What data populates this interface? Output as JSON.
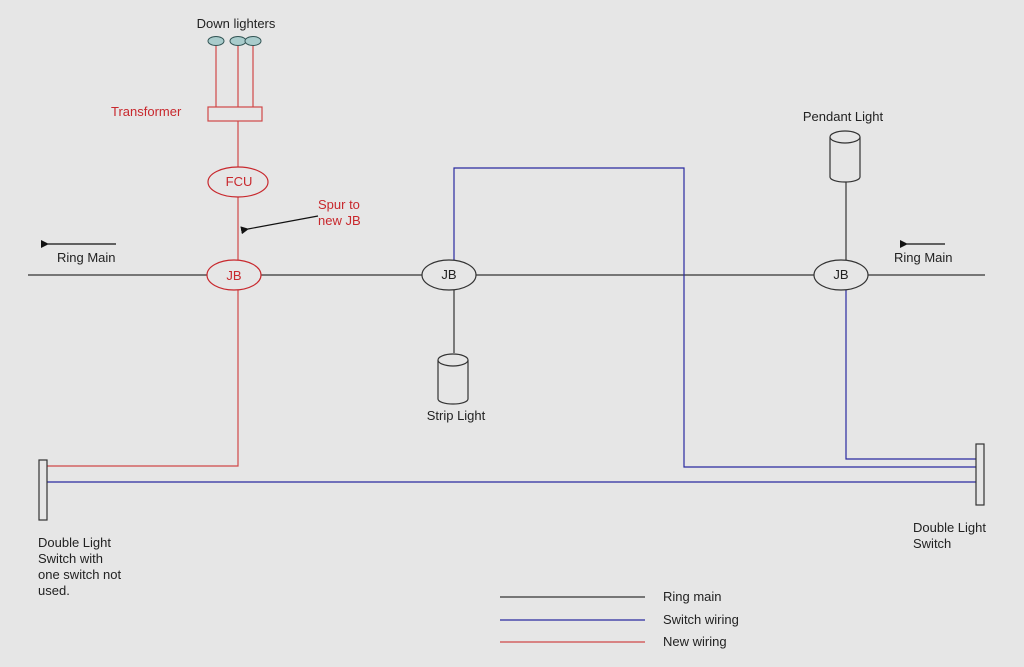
{
  "title": "Lighting circuit wiring diagram",
  "colors": {
    "background": "#e6e6e6",
    "ring_main": "#333333",
    "switch_wiring": "#2a2aa0",
    "new_wiring": "#d04848",
    "downlighter_fill": "#a9cccc"
  },
  "labels": {
    "down_lighters": "Down lighters",
    "transformer": "Transformer",
    "fcu": "FCU",
    "spur_note": "Spur to\nnew JB",
    "jb_new": "JB",
    "jb_middle": "JB",
    "jb_right": "JB",
    "ring_main_left": "Ring Main",
    "ring_main_right": "Ring Main",
    "strip_light": "Strip Light",
    "pendant_light": "Pendant Light",
    "switch_left": "Double Light\nSwitch with\none switch not\nused.",
    "switch_right": "Double Light\nSwitch"
  },
  "legend": [
    {
      "label": "Ring main",
      "color_key": "ring_main"
    },
    {
      "label": "Switch wiring",
      "color_key": "switch_wiring"
    },
    {
      "label": "New wiring",
      "color_key": "new_wiring"
    }
  ]
}
